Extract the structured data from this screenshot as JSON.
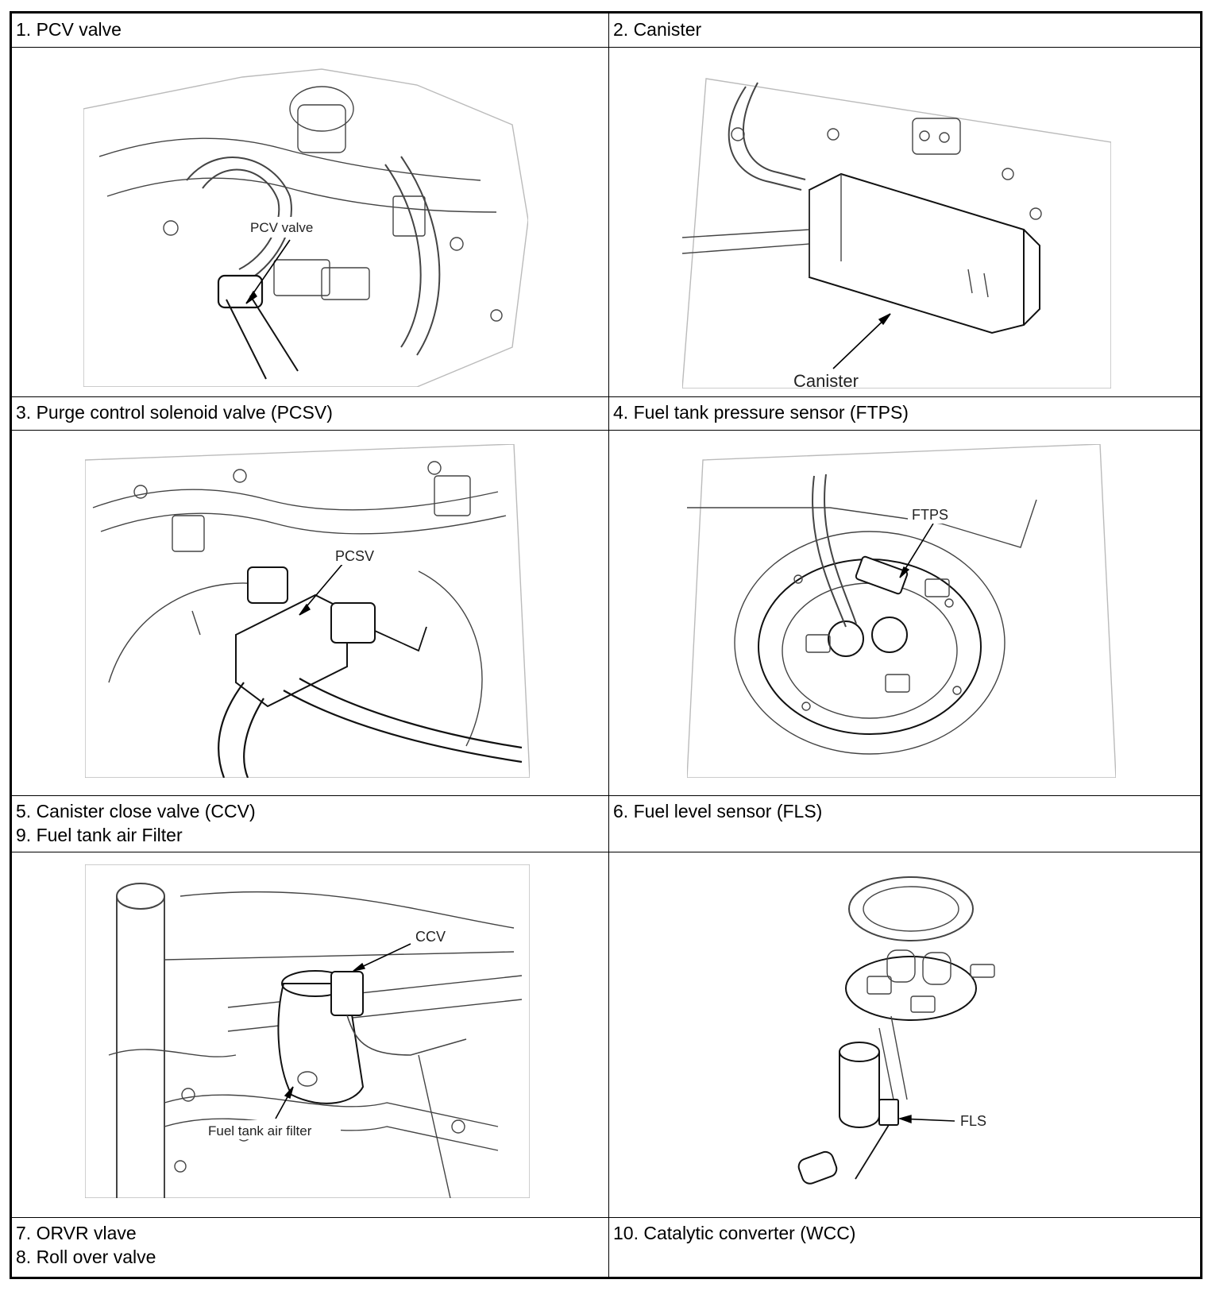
{
  "sections": [
    {
      "left": {
        "lines": [
          "1. PCV valve"
        ]
      },
      "right": {
        "lines": [
          "2. Canister"
        ]
      }
    },
    {
      "left": {
        "callout": "PCV valve"
      },
      "right": {
        "callout": "Canister"
      }
    },
    {
      "left": {
        "lines": [
          "3. Purge control solenoid valve (PCSV)"
        ]
      },
      "right": {
        "lines": [
          "4. Fuel tank pressure sensor (FTPS)"
        ]
      }
    },
    {
      "left": {
        "callout": "PCSV"
      },
      "right": {
        "callout": "FTPS"
      }
    },
    {
      "left": {
        "lines": [
          "5. Canister close valve (CCV)",
          "9. Fuel tank air Filter"
        ]
      },
      "right": {
        "lines": [
          "6. Fuel level sensor (FLS)"
        ]
      }
    },
    {
      "left": {
        "callout_a": "CCV",
        "callout_b": "Fuel tank air filter"
      },
      "right": {
        "callout": "FLS"
      }
    },
    {
      "left": {
        "lines": [
          "7. ORVR vlave",
          "8. Roll over valve"
        ]
      },
      "right": {
        "lines": [
          "10. Catalytic converter (WCC)"
        ]
      }
    }
  ]
}
